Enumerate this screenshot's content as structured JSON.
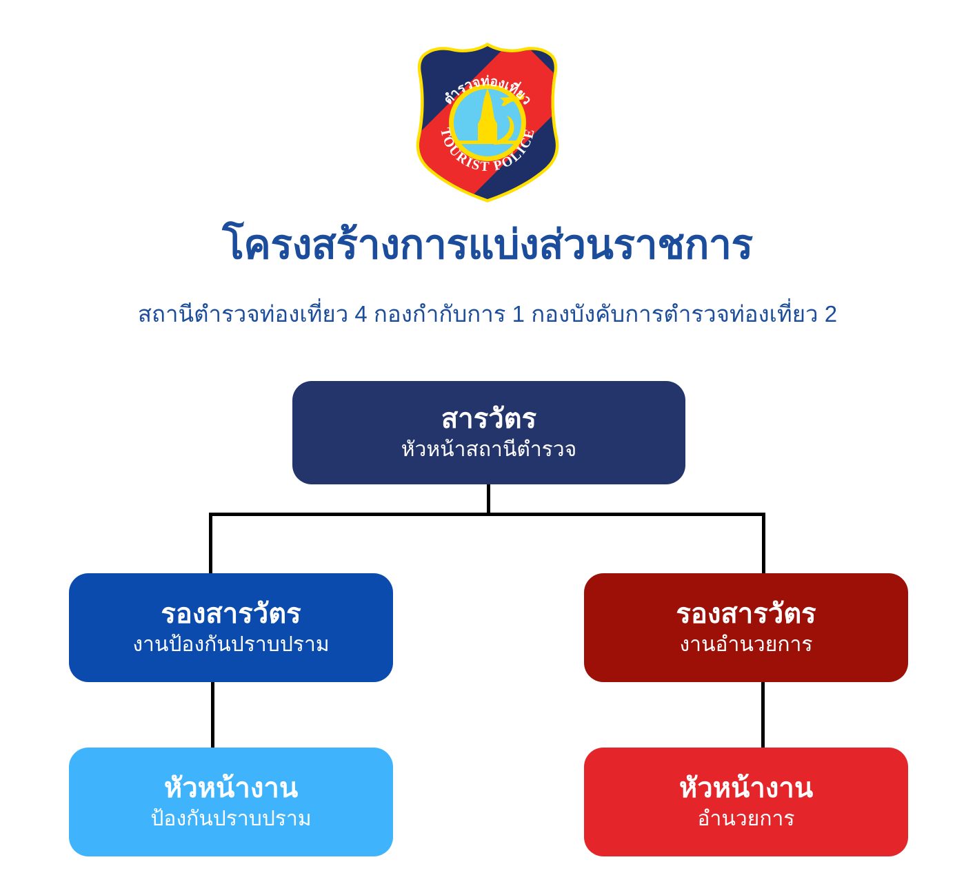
{
  "header": {
    "logo": {
      "icon": "tourist-police-shield-badge",
      "thai_text": "ตำรวจท่องเที่ยว",
      "english_text": "TOURIST POLICE",
      "colors": {
        "shield_navy": "#1d2f66",
        "shield_outline_yellow": "#ffe000",
        "sash_red": "#ee2b2b",
        "emblem_circle_blue": "#63cdf2",
        "emblem_symbol_yellow": "#ffdd00"
      }
    },
    "title": "โครงสร้างการแบ่งส่วนราชการ",
    "subtitle": "สถานีตำรวจท่องเที่ยว 4 กองกำกับการ 1 กองบังคับการตำรวจท่องเที่ยว 2"
  },
  "chart_data": {
    "type": "diagram",
    "diagram_type": "organization-chart",
    "title": "โครงสร้างการแบ่งส่วนราชการ",
    "subtitle": "สถานีตำรวจท่องเที่ยว 4 กองกำกับการ 1 กองบังคับการตำรวจท่องเที่ยว 2",
    "connector_color": "#000000",
    "nodes": [
      {
        "id": "root",
        "title": "สารวัตร",
        "subtitle": "หัวหน้าสถานีตำรวจ",
        "color": "#24356b",
        "level": 1,
        "parent": null
      },
      {
        "id": "left-mid",
        "title": "รองสารวัตร",
        "subtitle": "งานป้องกันปราบปราม",
        "color": "#0a4bad",
        "level": 2,
        "parent": "root"
      },
      {
        "id": "right-mid",
        "title": "รองสารวัตร",
        "subtitle": "งานอำนวยการ",
        "color": "#9c1008",
        "level": 2,
        "parent": "root"
      },
      {
        "id": "left-lead",
        "title": "หัวหน้างาน",
        "subtitle": "ป้องกันปราบปราม",
        "color": "#3fb4fc",
        "level": 3,
        "parent": "left-mid"
      },
      {
        "id": "right-lead",
        "title": "หัวหน้างาน",
        "subtitle": "อำนวยการ",
        "color": "#e42529",
        "level": 3,
        "parent": "right-mid"
      }
    ]
  }
}
